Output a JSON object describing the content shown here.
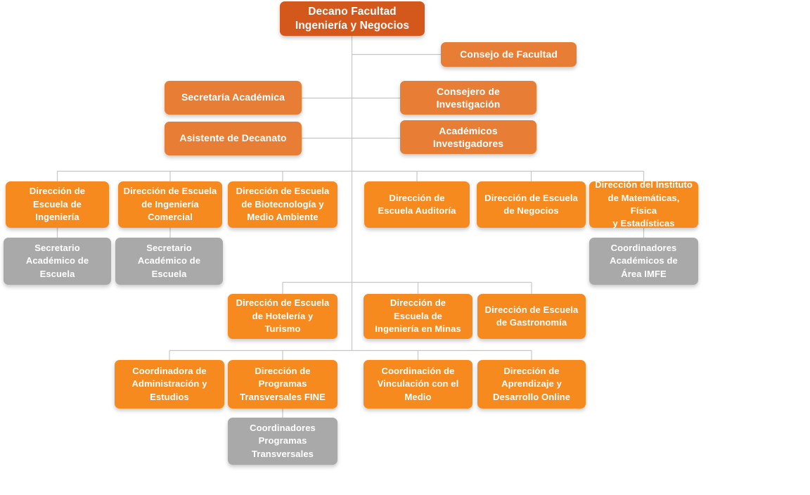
{
  "title": "Organigrama Facultad Ingeniería y Negocios",
  "palette": {
    "root_orange": "#d4581b",
    "medium_orange": "#e87e35",
    "bright_orange": "#f68a1e",
    "gray": "#a9a9a9",
    "connector_line": "#c6c6c6",
    "text": "#ffffff",
    "background": "#ffffff"
  },
  "nodes": {
    "decano": {
      "label": "Decano Facultad\nIngeniería y Negocios"
    },
    "consejo": {
      "label": "Consejo de Facultad"
    },
    "secretaria": {
      "label": "Secretaría Académica"
    },
    "consejero": {
      "label": "Consejero de\nInvestigación"
    },
    "asistente": {
      "label": "Asistente de Decanato"
    },
    "academicos": {
      "label": "Académicos\nInvestigadores"
    },
    "esc_ingenieria": {
      "label": "Dirección de\nEscuela de\nIngeniería"
    },
    "esc_comercial": {
      "label": "Dirección de Escuela\nde Ingeniería\nComercial"
    },
    "esc_biotecnologia": {
      "label": "Dirección de Escuela\nde Biotecnología y\nMedio Ambiente"
    },
    "esc_auditoria": {
      "label": "Dirección de\nEscuela Auditoría"
    },
    "esc_negocios": {
      "label": "Dirección de Escuela\nde Negocios"
    },
    "instituto_imfe": {
      "label": "Dirección del Instituto\nde Matemáticas, Física\ny Estadísticas"
    },
    "sec_escuela_1": {
      "label": "Secretario\nAcadémico de\nEscuela"
    },
    "sec_escuela_2": {
      "label": "Secretario\nAcadémico de\nEscuela"
    },
    "coord_imfe": {
      "label": "Coordinadores\nAcadémicos de\nÁrea IMFE"
    },
    "esc_hoteleria": {
      "label": "Dirección de Escuela\nde Hotelería y\nTurismo"
    },
    "esc_minas": {
      "label": "Dirección de\nEscuela de\nIngeniería en Minas"
    },
    "esc_gastronomia": {
      "label": "Dirección de Escuela\nde Gastronomía"
    },
    "coord_admin": {
      "label": "Coordinadora de\nAdministración y\nEstudios"
    },
    "prog_fine": {
      "label": "Dirección de\nProgramas\nTransversales FINE"
    },
    "vinculacion": {
      "label": "Coordinación de\nVinculación con el\nMedio"
    },
    "online": {
      "label": "Dirección de\nAprendizaje y\nDesarrollo Online"
    },
    "coord_transversales": {
      "label": "Coordinadores\nProgramas\nTransversales"
    }
  },
  "hierarchy": {
    "decano": [
      "consejo",
      "secretaria",
      "consejero",
      "asistente",
      "academicos",
      "esc_ingenieria",
      "esc_comercial",
      "esc_biotecnologia",
      "esc_auditoria",
      "esc_negocios",
      "instituto_imfe",
      "esc_hoteleria",
      "esc_minas",
      "esc_gastronomia",
      "coord_admin",
      "prog_fine",
      "vinculacion",
      "online"
    ],
    "esc_ingenieria": [
      "sec_escuela_1"
    ],
    "esc_comercial": [
      "sec_escuela_2"
    ],
    "instituto_imfe": [
      "coord_imfe"
    ],
    "prog_fine": [
      "coord_transversales"
    ]
  }
}
